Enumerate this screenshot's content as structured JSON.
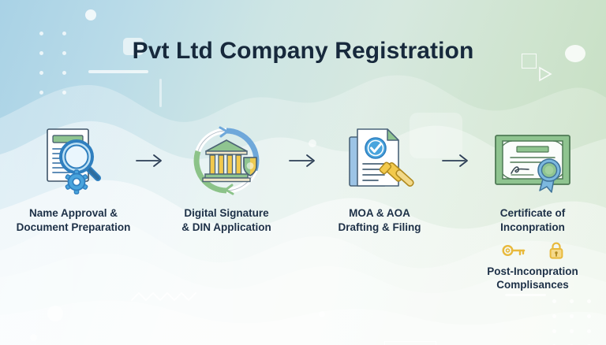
{
  "header": {
    "title": "Pvt Ltd Company Registration"
  },
  "colors": {
    "title_text": "#17293c",
    "caption_text": "#1d3047",
    "arrow": "#2c3e55",
    "bg_left": "#a9d2e6",
    "bg_right": "#c3ddbd",
    "accent_blue": "#4a9ed4",
    "accent_green": "#74b97b",
    "accent_gold": "#e8b93c"
  },
  "steps": [
    {
      "index": "1",
      "icon": "document-magnifier-gear-icon",
      "caption_line1": "Name Approval &",
      "caption_line2": "Document Preparation"
    },
    {
      "index": "2",
      "icon": "bank-shield-cycle-icon",
      "caption_line1": "Digital Signature",
      "caption_line2": "& DIN Application"
    },
    {
      "index": "3",
      "icon": "documents-check-gavel-icon",
      "caption_line1": "MOA & AOA",
      "caption_line2": "Drafting & Filing"
    },
    {
      "index": "4",
      "icon": "certificate-rosette-icon",
      "caption_line1": "Certificate of",
      "caption_line2": "Inconpration",
      "extra": {
        "icons": [
          "key-icon",
          "padlock-icon"
        ],
        "caption_line1": "Post-Inconpration",
        "caption_line2": "Complisances"
      }
    }
  ],
  "connectors": [
    {
      "icon": "arrow-right-icon"
    },
    {
      "icon": "arrow-right-icon"
    },
    {
      "icon": "arrow-right-icon"
    }
  ],
  "decorations": [
    {
      "name": "dot-grid-top-left"
    },
    {
      "name": "rounded-square-top-left"
    },
    {
      "name": "underline-top-left"
    },
    {
      "name": "circle-top-left"
    },
    {
      "name": "circle-top-right"
    },
    {
      "name": "outlined-square-top-right"
    },
    {
      "name": "outlined-triangle-top-right"
    },
    {
      "name": "rounded-square-top-center"
    },
    {
      "name": "zigzag-bottom-left"
    },
    {
      "name": "outlined-rectangle-bottom-right"
    },
    {
      "name": "dot-grid-bottom-right"
    },
    {
      "name": "underline-bottom-right"
    },
    {
      "name": "circle-bottom-left"
    }
  ]
}
